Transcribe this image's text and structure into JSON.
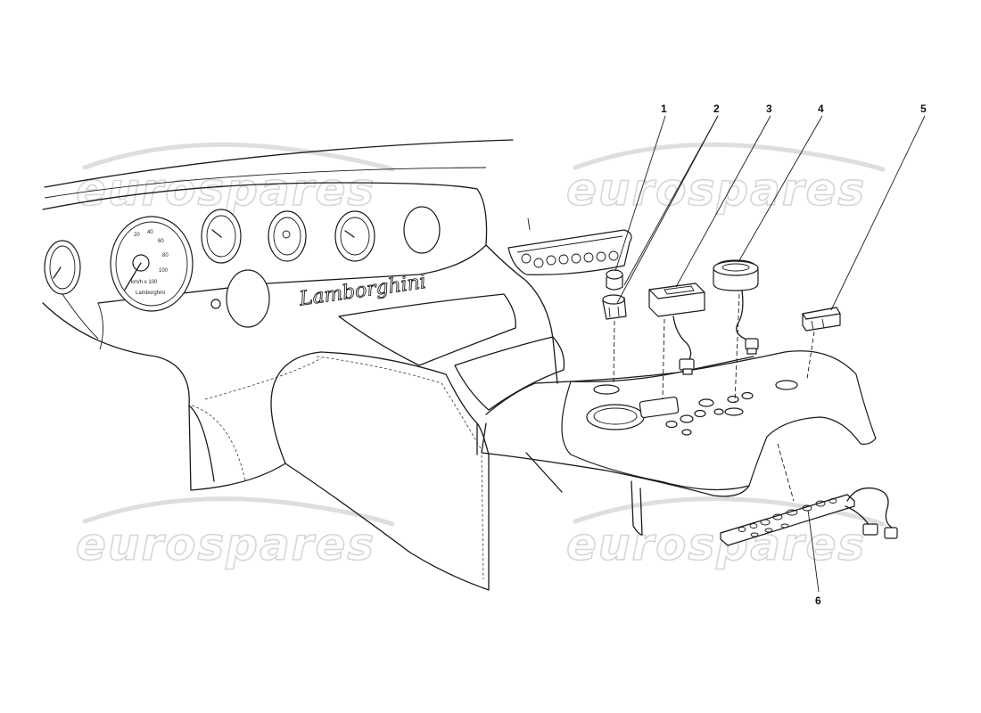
{
  "diagram": {
    "brand_badge": "Lamborghini",
    "watermark": "eurospares",
    "callouts": [
      {
        "id": 1,
        "label": "1",
        "part": "round-socket"
      },
      {
        "id": 2,
        "label": "2",
        "part": "bulb-holders"
      },
      {
        "id": 3,
        "label": "3",
        "part": "square-switch-module"
      },
      {
        "id": 4,
        "label": "4",
        "part": "oval-switch-module"
      },
      {
        "id": 5,
        "label": "5",
        "part": "small-switch"
      },
      {
        "id": 6,
        "label": "6",
        "part": "switch-panel-harness"
      }
    ],
    "gauges": {
      "speedometer_marks": [
        "20",
        "40",
        "60",
        "80",
        "100"
      ],
      "speedometer_unit": "km/h x 100",
      "gauge_brand": "Lamborghini"
    }
  }
}
